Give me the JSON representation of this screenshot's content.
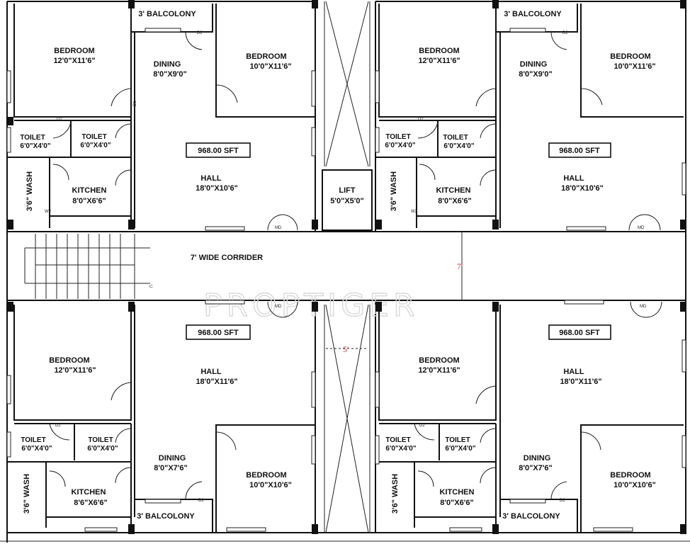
{
  "flats": [
    {
      "area": "968.00 SFT",
      "bed1": {
        "name": "BEDROOM",
        "size": "12'0\"X11'6\""
      },
      "bed2": {
        "name": "BEDROOM",
        "size": "10'0\"X11'6\""
      },
      "dining": {
        "name": "DINING",
        "size": "8'0\"X9'0\""
      },
      "hall": {
        "name": "HALL",
        "size": "18'0\"X10'6\""
      },
      "kitchen": {
        "name": "KITCHEN",
        "size": "8'0\"X6'6\""
      },
      "toilet1": {
        "name": "TOILET",
        "size": "6'0\"X4'0\""
      },
      "toilet2": {
        "name": "TOILET",
        "size": "6'0\"X4'0\""
      },
      "wash": "3'6\" WASH",
      "balcony": "3' BALCOLONY"
    },
    {
      "area": "968.00 SFT",
      "bed1": {
        "name": "BEDROOM",
        "size": "12'0\"X11'6\""
      },
      "bed2": {
        "name": "BEDROOM",
        "size": "10'0\"X11'6\""
      },
      "dining": {
        "name": "DINING",
        "size": "8'0\"X9'0\""
      },
      "hall": {
        "name": "HALL",
        "size": "18'0\"X10'6\""
      },
      "kitchen": {
        "name": "KITCHEN",
        "size": "8'0\"X6'6\""
      },
      "toilet1": {
        "name": "TOILET",
        "size": "6'0\"X4'0\""
      },
      "toilet2": {
        "name": "TOILET",
        "size": "6'0\"X4'0\""
      },
      "wash": "3'6\" WASH",
      "balcony": "3' BALCOLONY"
    },
    {
      "area": "968.00 SFT",
      "bed1": {
        "name": "BEDROOM",
        "size": "12'0\"X11'6\""
      },
      "bed2": {
        "name": "BEDROOM",
        "size": "10'0\"X10'6\""
      },
      "dining": {
        "name": "DINING",
        "size": "8'0\"X7'6\""
      },
      "hall": {
        "name": "HALL",
        "size": "18'0\"X11'6\""
      },
      "kitchen": {
        "name": "KITCHEN",
        "size": "8'6\"X6'6\""
      },
      "toilet1": {
        "name": "TOILET",
        "size": "6'0\"X4'0\""
      },
      "toilet2": {
        "name": "TOILET",
        "size": "6'0\"X4'0\""
      },
      "wash": "3'6\" WASH",
      "balcony": "3' BALCOLONY"
    },
    {
      "area": "968.00 SFT",
      "bed1": {
        "name": "BEDROOM",
        "size": "12'0\"X11'6\""
      },
      "bed2": {
        "name": "BEDROOM",
        "size": "10'0\"X10'6\""
      },
      "dining": {
        "name": "DINING",
        "size": "8'0\"X7'6\""
      },
      "hall": {
        "name": "HALL",
        "size": "18'0\"X11'6\""
      },
      "kitchen": {
        "name": "KITCHEN",
        "size": "8'0\"X6'6\""
      },
      "toilet1": {
        "name": "TOILET",
        "size": "6'0\"X4'0\""
      },
      "toilet2": {
        "name": "TOILET",
        "size": "6'0\"X4'0\""
      },
      "wash": "3'6\" WASH",
      "balcony": "3' BALCOLONY"
    }
  ],
  "lift": {
    "name": "LIFT",
    "size": "5'0\"X5'0\""
  },
  "corridor": "7' WIDE CORRIDER",
  "dim_corridor": "7'",
  "dim_shaft": "5'",
  "stair_up": "U",
  "watermark": "PROPTIGER",
  "tags": {
    "d1": "D1",
    "d2": "D2",
    "d": "D",
    "w1": "W1",
    "w2": "W2",
    "md": "MD",
    "v": "V"
  }
}
